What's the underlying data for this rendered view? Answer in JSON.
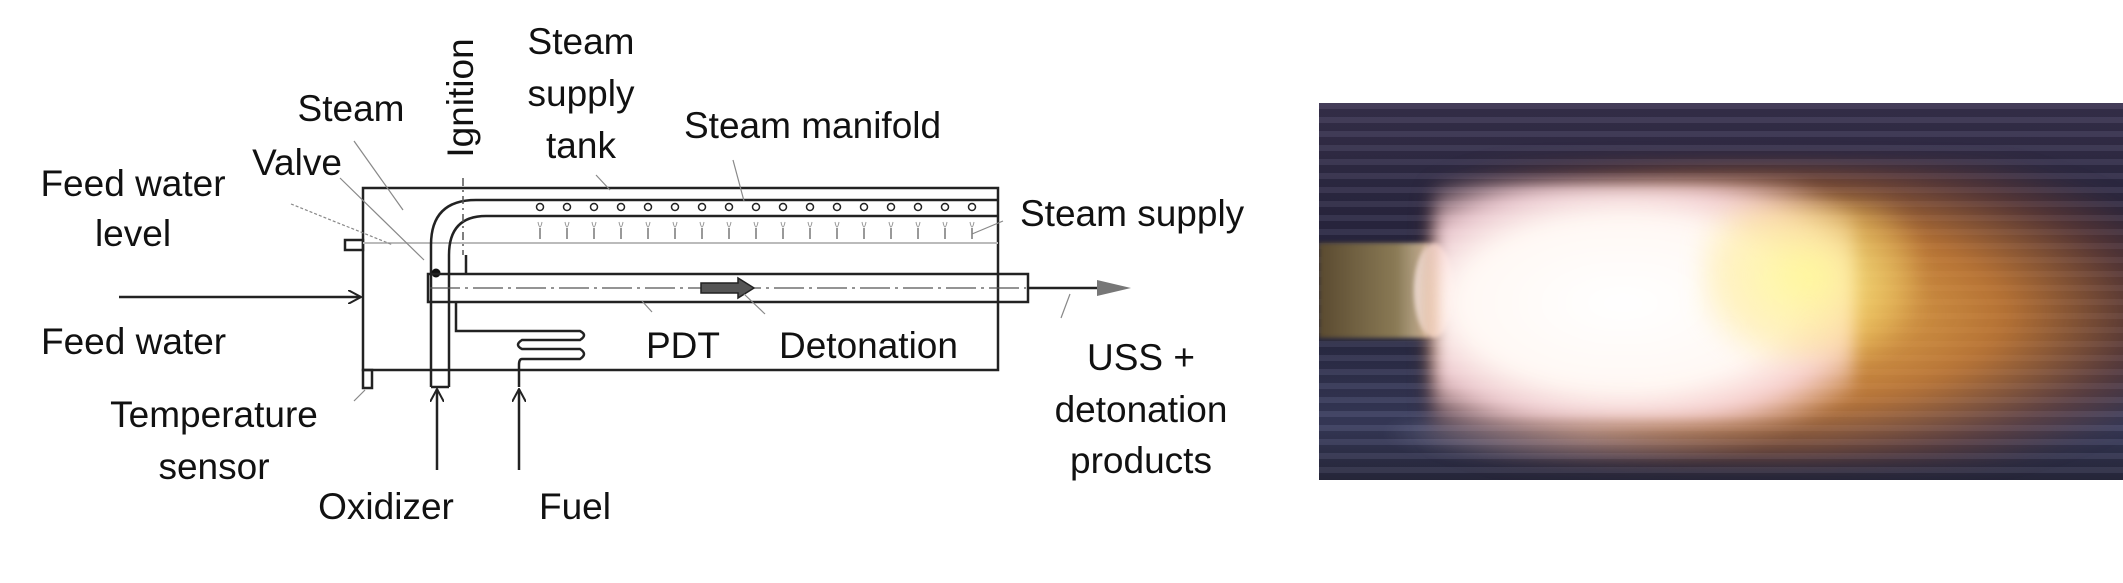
{
  "diagram": {
    "labels": {
      "feed_water_level_1": "Feed water",
      "feed_water_level_2": "level",
      "steam": "Steam",
      "valve": "Valve",
      "ignition": "Ignition",
      "steam_supply_tank_1": "Steam",
      "steam_supply_tank_2": "supply",
      "steam_supply_tank_3": "tank",
      "steam_manifold": "Steam manifold",
      "steam_supply": "Steam supply",
      "feed_water": "Feed water",
      "pdt": "PDT",
      "detonation": "Detonation",
      "uss_1": "USS +",
      "uss_2": "detonation",
      "uss_3": "products",
      "temperature_sensor_1": "Temperature",
      "temperature_sensor_2": "sensor",
      "oxidizer": "Oxidizer",
      "fuel": "Fuel"
    },
    "nozzle_count": 17
  },
  "photo": {
    "subject": "flame",
    "colors": {
      "background": "#2c2944",
      "flame_core": "#ffffff",
      "flame_outer": "#e08c32"
    }
  }
}
